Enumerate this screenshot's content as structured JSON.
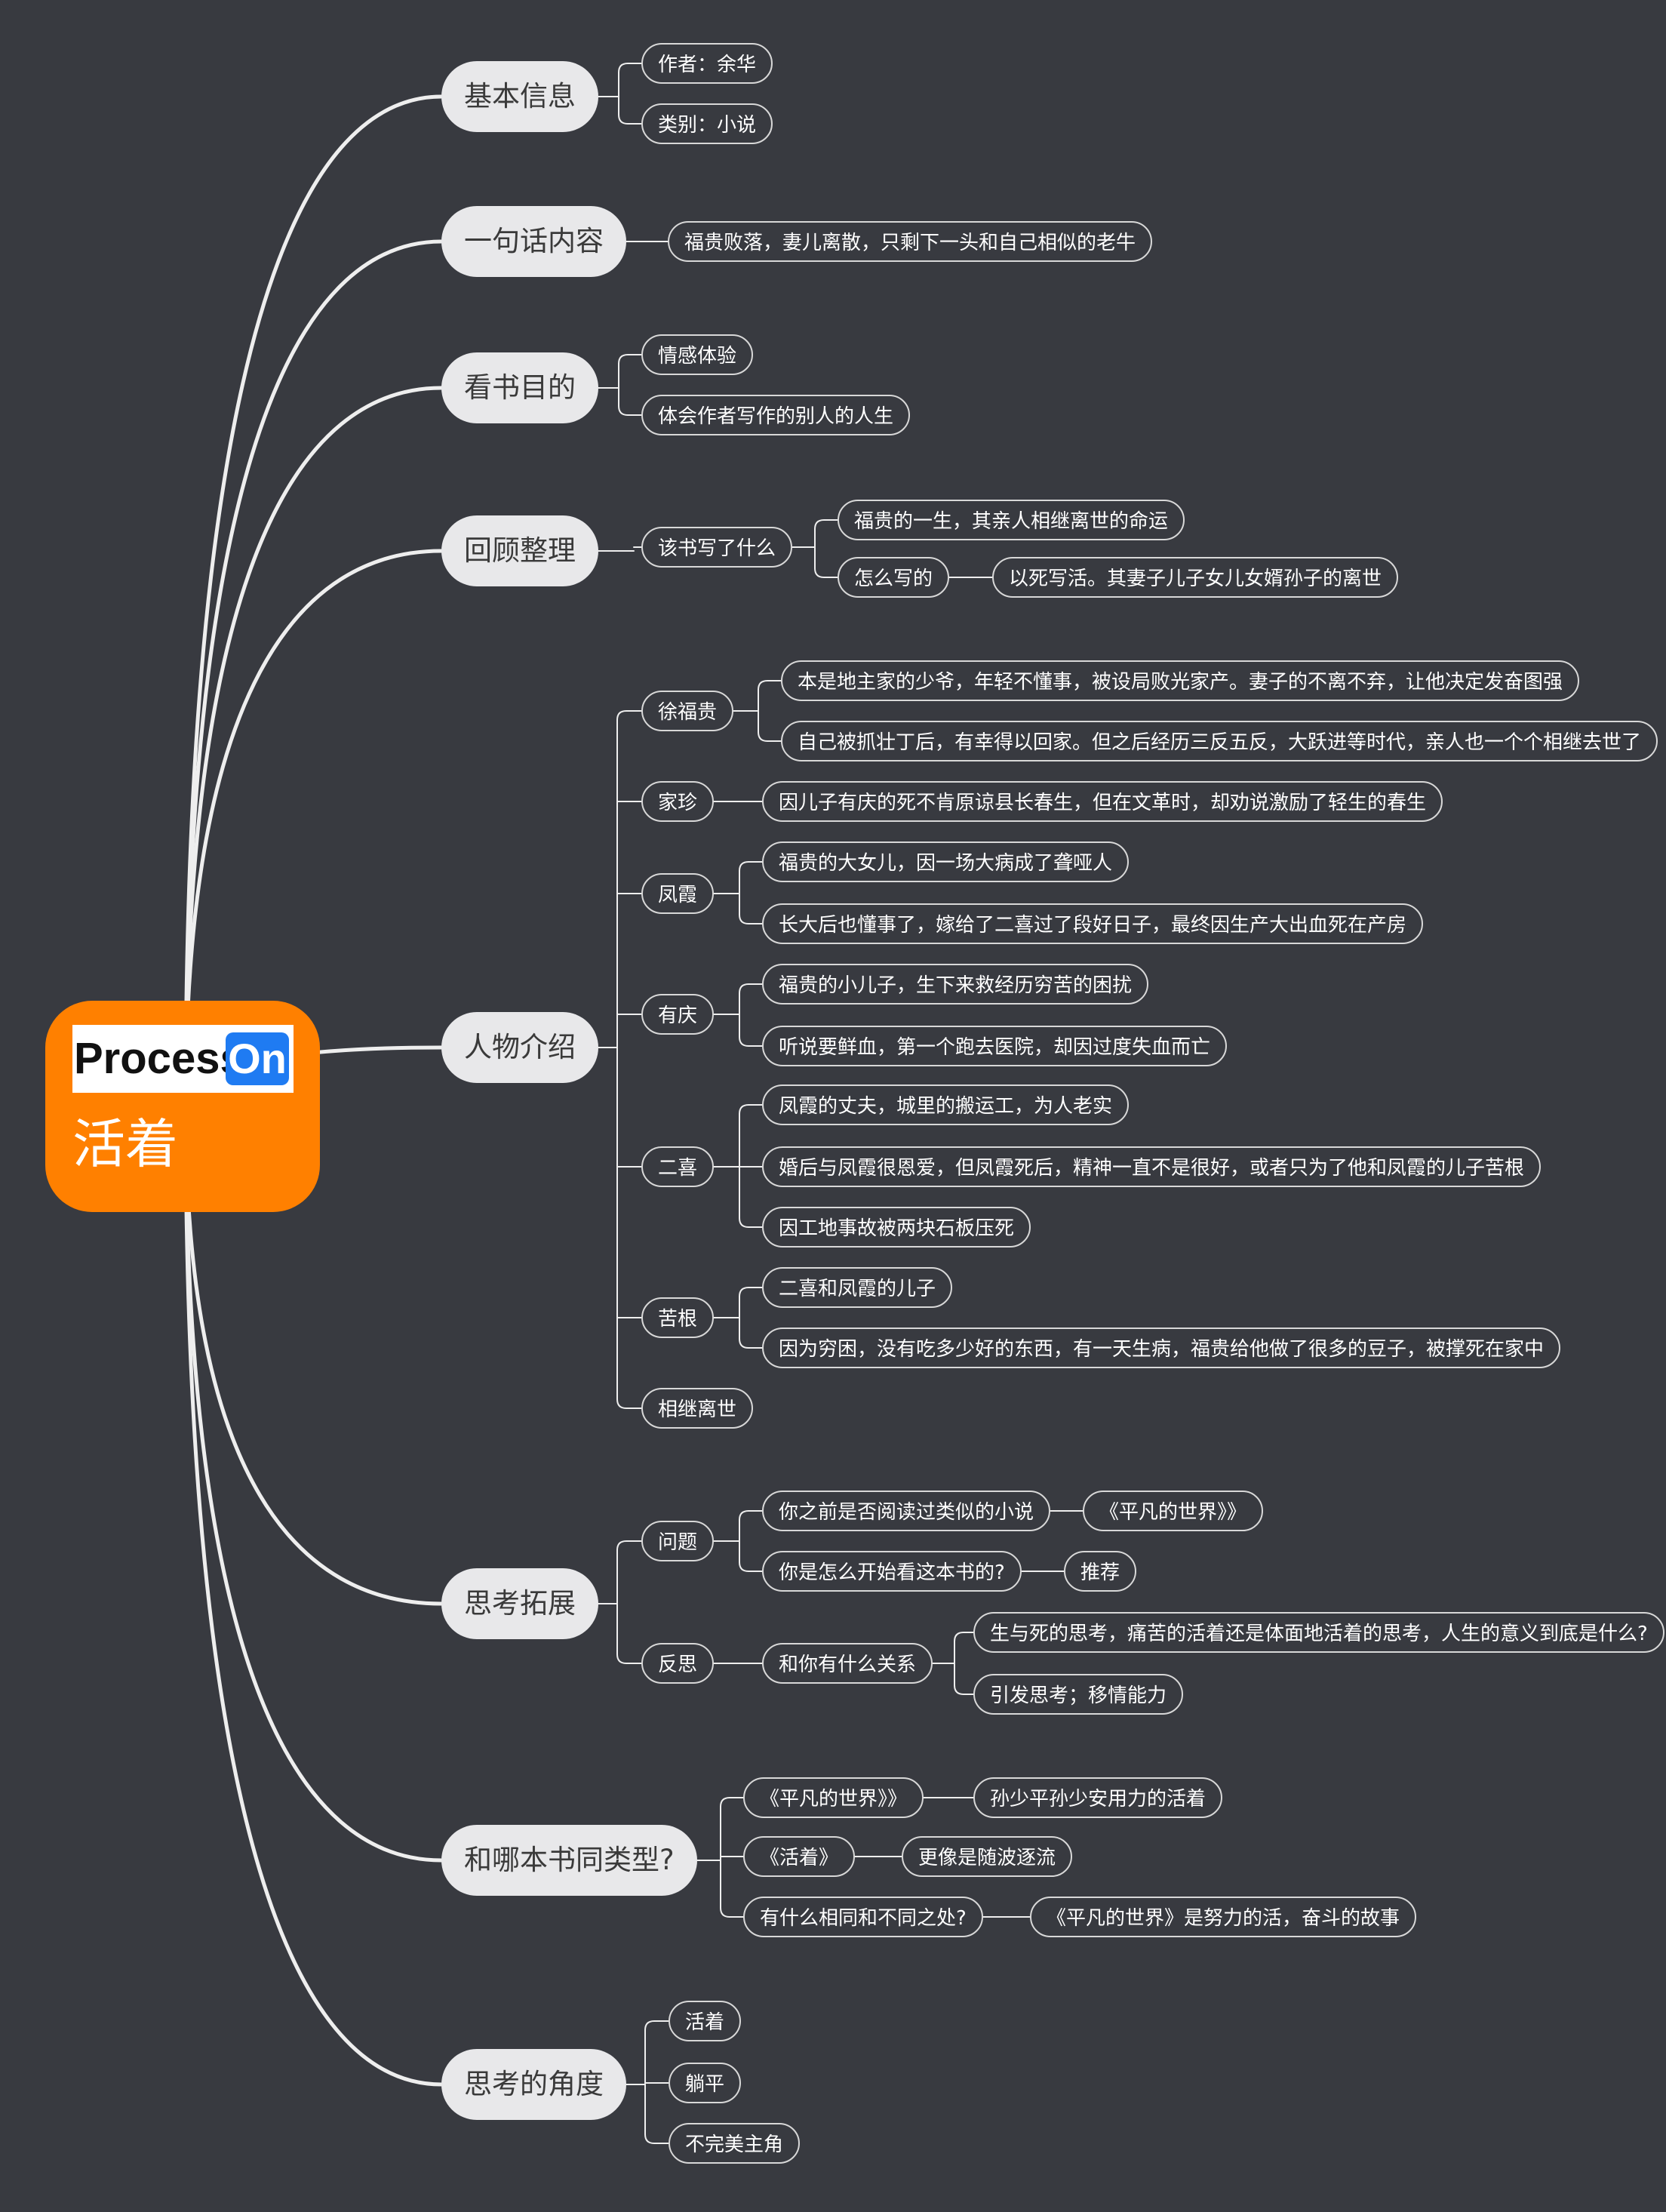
{
  "root": {
    "logo_text": "Process",
    "logo_on": "On",
    "title": "活着"
  },
  "colors": {
    "background": "#383a40",
    "root": "#ff8000",
    "logo_blue": "#1f7bf2",
    "line": "#eeeeee"
  },
  "topics": {
    "basic_info": {
      "label": "基本信息",
      "children": [
        "作者：余华",
        "类别：小说"
      ]
    },
    "summary": {
      "label": "一句话内容",
      "children": [
        "福贵败落，妻儿离散，只剩下一头和自己相似的老牛"
      ]
    },
    "purpose": {
      "label": "看书目的",
      "children": [
        "情感体验",
        "体会作者写作的别人的人生"
      ]
    },
    "review": {
      "label": "回顾整理",
      "what": "该书写了什么",
      "what_children": [
        "福贵的一生，其亲人相继离世的命运",
        "怎么写的"
      ],
      "how_answer": "以死写活。其妻子儿子女儿女婿孙子的离世"
    },
    "characters": {
      "label": "人物介绍",
      "people": [
        {
          "name": "徐福贵",
          "desc": [
            "本是地主家的少爷，年轻不懂事，被设局败光家产。妻子的不离不弃，让他决定发奋图强",
            "自己被抓壮丁后，有幸得以回家。但之后经历三反五反，大跃进等时代，亲人也一个个相继去世了"
          ]
        },
        {
          "name": "家珍",
          "desc": [
            "因儿子有庆的死不肯原谅县长春生，但在文革时，却劝说激励了轻生的春生"
          ]
        },
        {
          "name": "凤霞",
          "desc": [
            "福贵的大女儿，因一场大病成了聋哑人",
            "长大后也懂事了，嫁给了二喜过了段好日子，最终因生产大出血死在产房"
          ]
        },
        {
          "name": "有庆",
          "desc": [
            "福贵的小儿子，生下来救经历穷苦的困扰",
            "听说要鲜血，第一个跑去医院，却因过度失血而亡"
          ]
        },
        {
          "name": "二喜",
          "desc": [
            "凤霞的丈夫，城里的搬运工，为人老实",
            "婚后与凤霞很恩爱，但凤霞死后，精神一直不是很好，或者只为了他和凤霞的儿子苦根",
            "因工地事故被两块石板压死"
          ]
        },
        {
          "name": "苦根",
          "desc": [
            "二喜和凤霞的儿子",
            "因为穷困，没有吃多少好的东西，有一天生病，福贵给他做了很多的豆子，被撑死在家中"
          ]
        },
        {
          "name": "相继离世",
          "desc": []
        }
      ]
    },
    "thinking": {
      "label": "思考拓展",
      "question": "问题",
      "q1": "你之前是否阅读过类似的小说",
      "q1_answer": "《平凡的世界》》",
      "q2": "你是怎么开始看这本书的?",
      "q2_answer": "推荐",
      "reflect": "反思",
      "relation": "和你有什么关系",
      "relation_children": [
        "生与死的思考，痛苦的活着还是体面地活着的思考，人生的意义到底是什么?",
        "引发思考；移情能力"
      ]
    },
    "similar": {
      "label": "和哪本书同类型?",
      "items": [
        {
          "k": "《平凡的世界》》",
          "v": "孙少平孙少安用力的活着"
        },
        {
          "k": "《活着》",
          "v": "更像是随波逐流"
        },
        {
          "k": "有什么相同和不同之处?",
          "v": "《平凡的世界》是努力的活，奋斗的故事"
        }
      ]
    },
    "angle": {
      "label": "思考的角度",
      "children": [
        "活着",
        "躺平",
        "不完美主角"
      ]
    }
  }
}
